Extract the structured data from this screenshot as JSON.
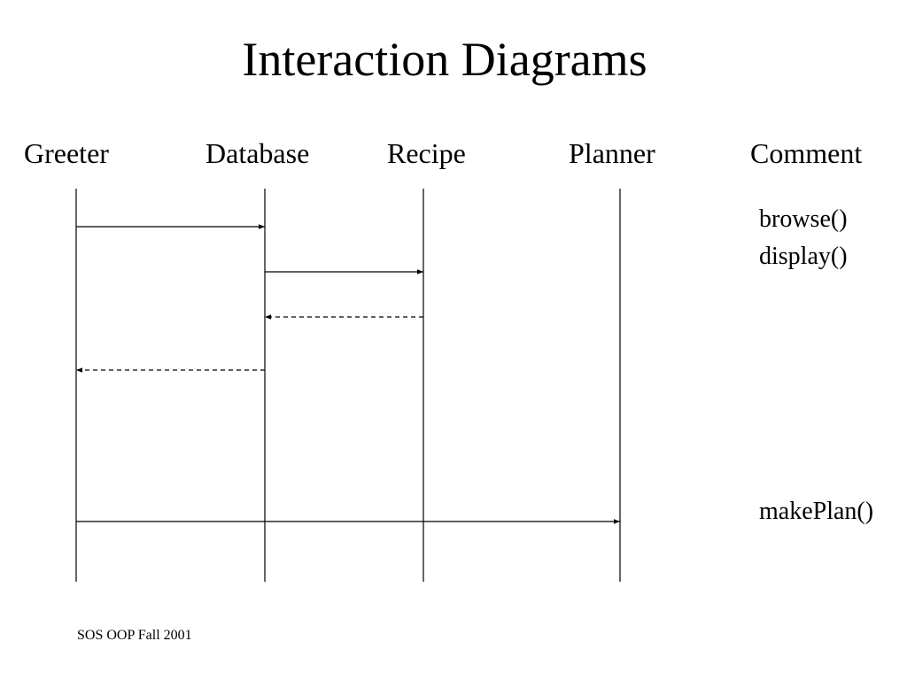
{
  "slide": {
    "title": "Interaction Diagrams",
    "footer": "SOS OOP Fall 2001"
  },
  "lifelines": [
    {
      "label": "Greeter"
    },
    {
      "label": "Database"
    },
    {
      "label": "Recipe"
    },
    {
      "label": "Planner"
    }
  ],
  "comment_header": "Comment",
  "comments": [
    "browse()",
    "display()",
    "makePlan()"
  ],
  "messages": [
    {
      "from": "Greeter",
      "to": "Database",
      "style": "solid"
    },
    {
      "from": "Database",
      "to": "Recipe",
      "style": "solid"
    },
    {
      "from": "Recipe",
      "to": "Database",
      "style": "dashed"
    },
    {
      "from": "Database",
      "to": "Greeter",
      "style": "dashed"
    },
    {
      "from": "Greeter",
      "to": "Planner",
      "style": "solid"
    }
  ]
}
